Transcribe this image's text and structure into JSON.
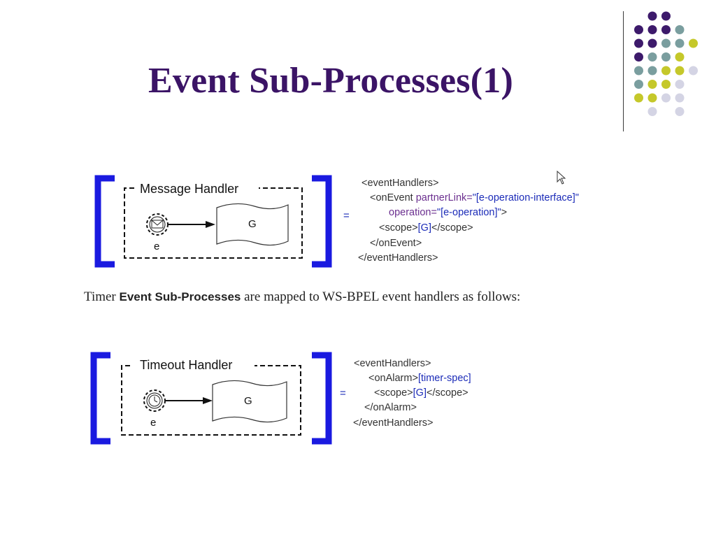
{
  "slide": {
    "title": "Event Sub-Processes(1)"
  },
  "colors": {
    "title": "#3b1466",
    "dot_purple": "#3d1a6b",
    "dot_teal": "#7a9e9f",
    "dot_yellow": "#c5c82a",
    "dot_lavender": "#d4d4e4",
    "bracket_blue": "#1a1ae0"
  },
  "message_figure": {
    "handler_label": "Message Handler",
    "activity_label": "G",
    "event_label": "e",
    "event_icon": "envelope-icon",
    "equals": "=",
    "code": {
      "l1_open": "<eventHandlers>",
      "l2_tag": "<onEvent",
      "l2_attr": " partnerLink=",
      "l2_val": "\"[e-operation-interface]\"",
      "l3_attr": "operation=",
      "l3_val": "\"[e-operation]\"",
      "l3_close": ">",
      "l4_open": "<scope>",
      "l4_g": "[G]",
      "l4_close": "</scope>",
      "l5": "</onEvent>",
      "l6": "</eventHandlers>"
    }
  },
  "caption": {
    "prefix": "Timer ",
    "bold": "Event Sub-Processes",
    "suffix": " are mapped to WS-BPEL event handlers as follows:"
  },
  "timer_figure": {
    "handler_label": "Timeout Handler",
    "activity_label": "G",
    "event_label": "e",
    "event_icon": "clock-icon",
    "equals": "=",
    "code": {
      "l1_open": "<eventHandlers>",
      "l2_tag": "<onAlarm>",
      "l2_val": "[timer-spec]",
      "l3_open": "<scope>",
      "l3_g": "[G]",
      "l3_close": "</scope>",
      "l4": "</onAlarm>",
      "l5": "</eventHandlers>"
    }
  }
}
